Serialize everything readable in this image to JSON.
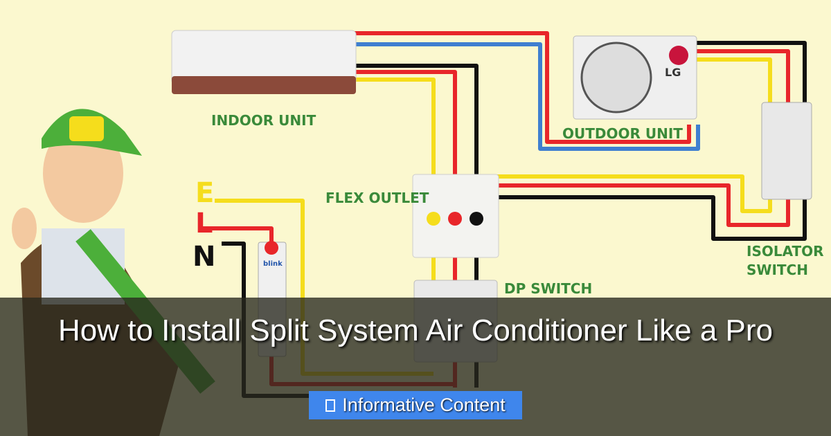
{
  "diagram": {
    "labels": {
      "indoor_unit": "INDOOR UNIT",
      "outdoor_unit": "OUTDOOR UNIT",
      "flex_outlet": "FLEX OUTLET",
      "isolator_switch_line1": "ISOLATOR",
      "isolator_switch_line2": "SWITCH",
      "earth": "E",
      "live": "L",
      "neutral": "N",
      "dp_switch": "DP SWITCH",
      "breaker_brand": "blink",
      "outdoor_brand": "LG"
    },
    "wire_colors": {
      "red": "#e8262a",
      "blue": "#3f7fd0",
      "black": "#111111",
      "yellow": "#f5dd1c"
    }
  },
  "title": "How to Install Split System Air Conditioner Like a Pro",
  "badge": {
    "icon": "document-icon",
    "label": "Informative Content"
  },
  "colors": {
    "background": "#fbf8cf",
    "badge": "#3f86ec",
    "label_green": "#3a8a3a"
  }
}
